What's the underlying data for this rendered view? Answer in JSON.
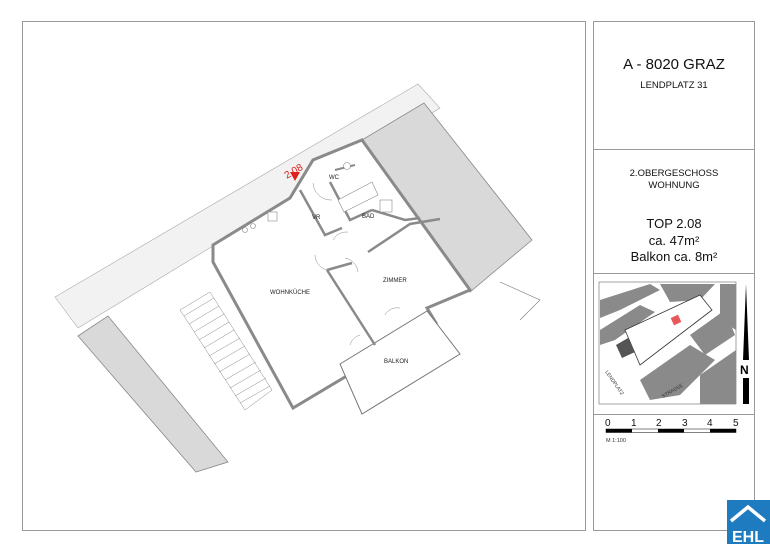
{
  "header": {
    "city": "A - 8020 GRAZ",
    "address": "LENDPLATZ 31"
  },
  "unit": {
    "floor": "2.OBERGESCHOSS",
    "type": "WOHNUNG",
    "top": "TOP 2.08",
    "area": "ca. 47m²",
    "balcony": "Balkon ca. 8m²"
  },
  "plan": {
    "unit_marker": "2.08",
    "rooms": {
      "wc": "WC",
      "vr": "VR",
      "bad": "BAD",
      "wohnkueche": "WOHNKÜCHE",
      "zimmer": "ZIMMER",
      "balkon": "BALKON"
    },
    "marker_color": "#e0201b"
  },
  "site_map": {
    "street_1": "LENDPLATZ",
    "street_2": "STRASSE",
    "north": "N",
    "highlight_color": "#e8585a"
  },
  "scale": {
    "ticks": [
      "0",
      "1",
      "2",
      "3",
      "4",
      "5"
    ],
    "label": "M 1:100"
  },
  "logo": {
    "text": "EHL",
    "color": "#1f7bbf"
  }
}
